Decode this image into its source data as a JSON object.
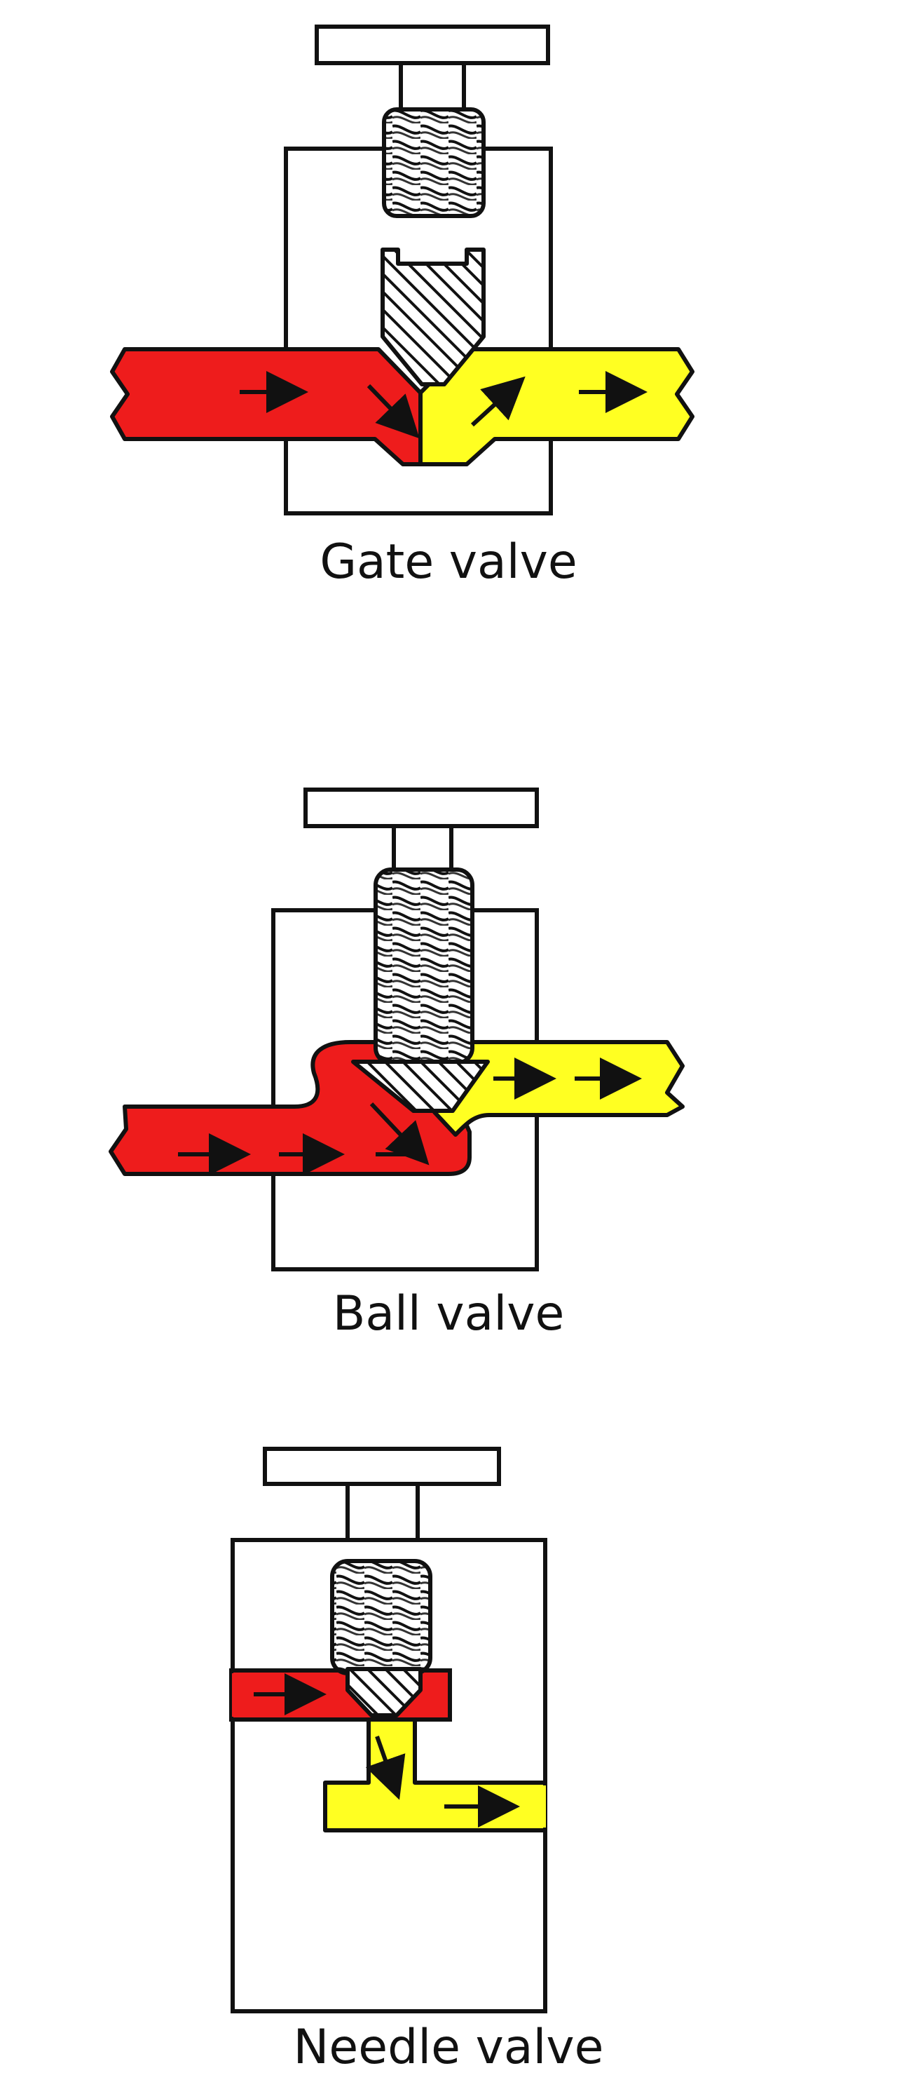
{
  "labels": {
    "gate": "Gate valve",
    "ball": "Ball valve",
    "needle": "Needle valve"
  },
  "colors": {
    "inlet": "#ee1c1c",
    "outlet": "#ffff22",
    "outline": "#111111",
    "body": "#ffffff",
    "hatch": "#111111"
  },
  "icons": {
    "flow": "arrow-right-icon",
    "stem": "threaded-stem-icon",
    "plug": "hatched-plug-icon"
  }
}
